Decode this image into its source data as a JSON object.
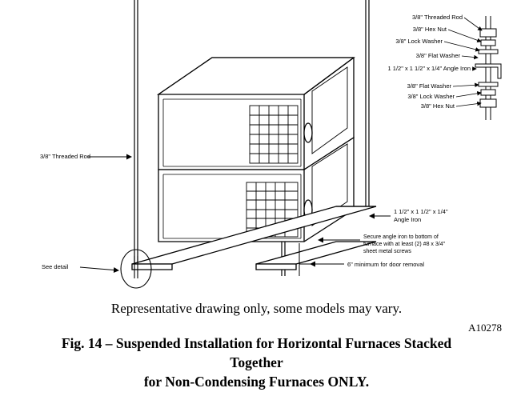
{
  "detail_labels": [
    "3/8\" Threaded Rod",
    "3/8\" Hex Nut",
    "3/8\" Lock Washer",
    "3/8\" Flat Washer",
    "1 1/2\" x 1 1/2\" x 1/4\" Angle Iron",
    "3/8\" Flat Washer",
    "3/8\" Lock Washer",
    "3/8\" Hex Nut"
  ],
  "left_labels": {
    "threaded_rod": "3/8\" Threaded Rod",
    "see_detail": "See detail"
  },
  "right_labels": {
    "angle_iron_line1": "1 1/2\" x 1 1/2\" x 1/4\"",
    "angle_iron_line2": "Angle Iron",
    "secure_line1": "Secure angle iron to bottom of",
    "secure_line2": "furnace with at least (2) #8 x 3/4\"",
    "secure_line3": "sheet metal screws",
    "minimum": "6\" minimum for door removal"
  },
  "note": "Representative drawing only, some models may vary.",
  "figure_id": "A10278",
  "caption": {
    "line1": "Fig. 14 – Suspended Installation for Horizontal Furnaces Stacked",
    "line2": "Together",
    "line3": "for Non-Condensing Furnaces ONLY."
  }
}
